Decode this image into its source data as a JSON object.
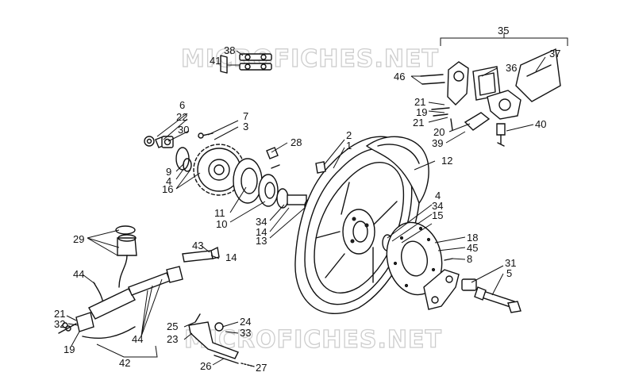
{
  "watermark": "MICROFICHES.NET",
  "callouts": {
    "c35": "35",
    "c37": "37",
    "c36": "36",
    "c46": "46",
    "c21a": "21",
    "c19a": "19",
    "c21b": "21",
    "c20": "20",
    "c39": "39",
    "c40": "40",
    "c38": "38",
    "c41": "41",
    "c6": "6",
    "c22": "22",
    "c30": "30",
    "c7": "7",
    "c3": "3",
    "c9": "9",
    "c4a": "4",
    "c16": "16",
    "c28": "28",
    "c2": "2",
    "c1": "1",
    "c12": "12",
    "c11": "11",
    "c10": "10",
    "c34a": "34",
    "c14a": "14",
    "c13": "13",
    "c4b": "4",
    "c34b": "34",
    "c15": "15",
    "c18": "18",
    "c45": "45",
    "c8": "8",
    "c31": "31",
    "c5": "5",
    "c29": "29",
    "c43": "43",
    "c14b": "14",
    "c44a": "44",
    "c21c": "21",
    "c32": "32",
    "c19b": "19",
    "c44b": "44",
    "c42": "42",
    "c25": "25",
    "c23": "23",
    "c24": "24",
    "c33": "33",
    "c26": "26",
    "c27": "27"
  }
}
